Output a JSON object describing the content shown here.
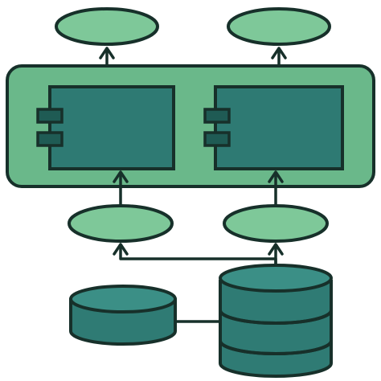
{
  "diagram": {
    "kind": "component-architecture-icon",
    "colors": {
      "outline": "#17302a",
      "ellipse_fill": "#7ec899",
      "container_fill": "#6ab88a",
      "component_fill": "#2e7a73",
      "port_fill": "#1f5b54",
      "database_fill": "#2f7b74",
      "database_top_fill": "#3b8f86",
      "background": "#ffffff"
    },
    "nodes": [
      {
        "name": "top-left-interface",
        "shape": "ellipse",
        "label": ""
      },
      {
        "name": "top-right-interface",
        "shape": "ellipse",
        "label": ""
      },
      {
        "name": "system-container",
        "shape": "rounded-rectangle",
        "label": ""
      },
      {
        "name": "left-component",
        "shape": "component",
        "label": ""
      },
      {
        "name": "right-component",
        "shape": "component",
        "label": ""
      },
      {
        "name": "middle-left-interface",
        "shape": "ellipse",
        "label": ""
      },
      {
        "name": "middle-right-interface",
        "shape": "ellipse",
        "label": ""
      },
      {
        "name": "small-database",
        "shape": "cylinder",
        "label": ""
      },
      {
        "name": "large-database",
        "shape": "stacked-cylinder",
        "label": ""
      }
    ],
    "edges": [
      {
        "from": "left-component",
        "to": "top-left-interface",
        "arrow": "to"
      },
      {
        "from": "right-component",
        "to": "top-right-interface",
        "arrow": "to"
      },
      {
        "from": "middle-left-interface",
        "to": "left-component",
        "arrow": "to"
      },
      {
        "from": "middle-right-interface",
        "to": "right-component",
        "arrow": "to"
      },
      {
        "from": "large-database",
        "to": "middle-left-interface",
        "arrow": "to"
      },
      {
        "from": "large-database",
        "to": "middle-right-interface",
        "arrow": "to"
      },
      {
        "from": "small-database",
        "to": "large-database",
        "arrow": "none"
      }
    ]
  }
}
